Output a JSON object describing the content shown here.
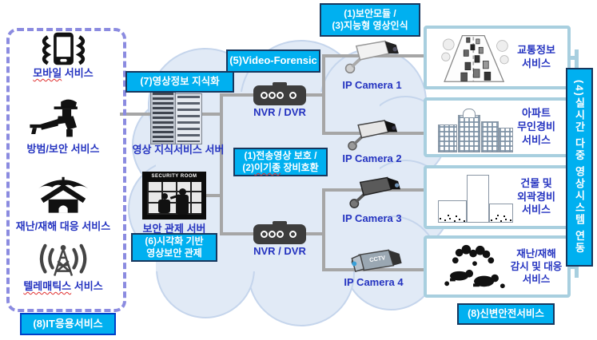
{
  "colors": {
    "callout_bg": "#00b0f0",
    "callout_border": "#17375e",
    "label_blue": "#2433c0",
    "line_gray": "#a6a6a6",
    "cloud_fill": "#e1eaf6",
    "panel_dash": "#8b8be0",
    "service_box_border": "#a8cfdf"
  },
  "left_panel": {
    "services": [
      {
        "icon": "mobile-phone-icon",
        "parts": [
          "모바일",
          " 서비스"
        ]
      },
      {
        "icon": "security-guard-icon",
        "label": "방범/보안 서비스"
      },
      {
        "icon": "disaster-house-icon",
        "label": "재난/재해 대응 서비스"
      },
      {
        "icon": "telematics-antenna-icon",
        "parts": [
          "텔레매틱스",
          " 서비스"
        ]
      }
    ]
  },
  "cloud": {
    "knowledge_server_label": "영상 지식서비스 서버",
    "control_server_label": "보안 관제 서버",
    "security_room_title": "SECURITY ROOM",
    "recorder1_label": "NVR / DVR",
    "recorder2_label": "NVR / DVR",
    "cameras": [
      {
        "label": "IP Camera 1"
      },
      {
        "label": "IP Camera 2"
      },
      {
        "label": "IP Camera 3"
      },
      {
        "label": "IP Camera 4"
      }
    ],
    "cctv_text": "CCTV"
  },
  "callouts": {
    "security_module": [
      "(1)보안모듈 /",
      "(3)지능형 영상인식"
    ],
    "video_forensic": "(5)Video-Forensic",
    "video_knowledge": "(7)영상정보 지식화",
    "transfer_line1": "(1)전송영상 보호 /",
    "transfer_line2_parts": [
      "(2)",
      "이기종",
      " 장비호환"
    ],
    "visual_control": [
      "(6)시각화 기반",
      "영상보안 관제"
    ],
    "it_app_service": "(8)IT응용서비스",
    "personal_safety": "(8)신변안전서비스",
    "realtime_integration": "(4)실시간 다중 영상시스템 연동"
  },
  "right_services": [
    {
      "image": "traffic-image",
      "lines": [
        "교통정보",
        "서비스"
      ]
    },
    {
      "image": "apartment-image",
      "lines": [
        "아파트",
        "무인경비",
        "서비스"
      ]
    },
    {
      "image": "buildings-image",
      "lines": [
        "건물 및",
        "외곽경비",
        "서비스"
      ]
    },
    {
      "image": "disaster-image",
      "lines": [
        "재난/재해",
        "감시 및 대응",
        "서비스"
      ]
    }
  ]
}
